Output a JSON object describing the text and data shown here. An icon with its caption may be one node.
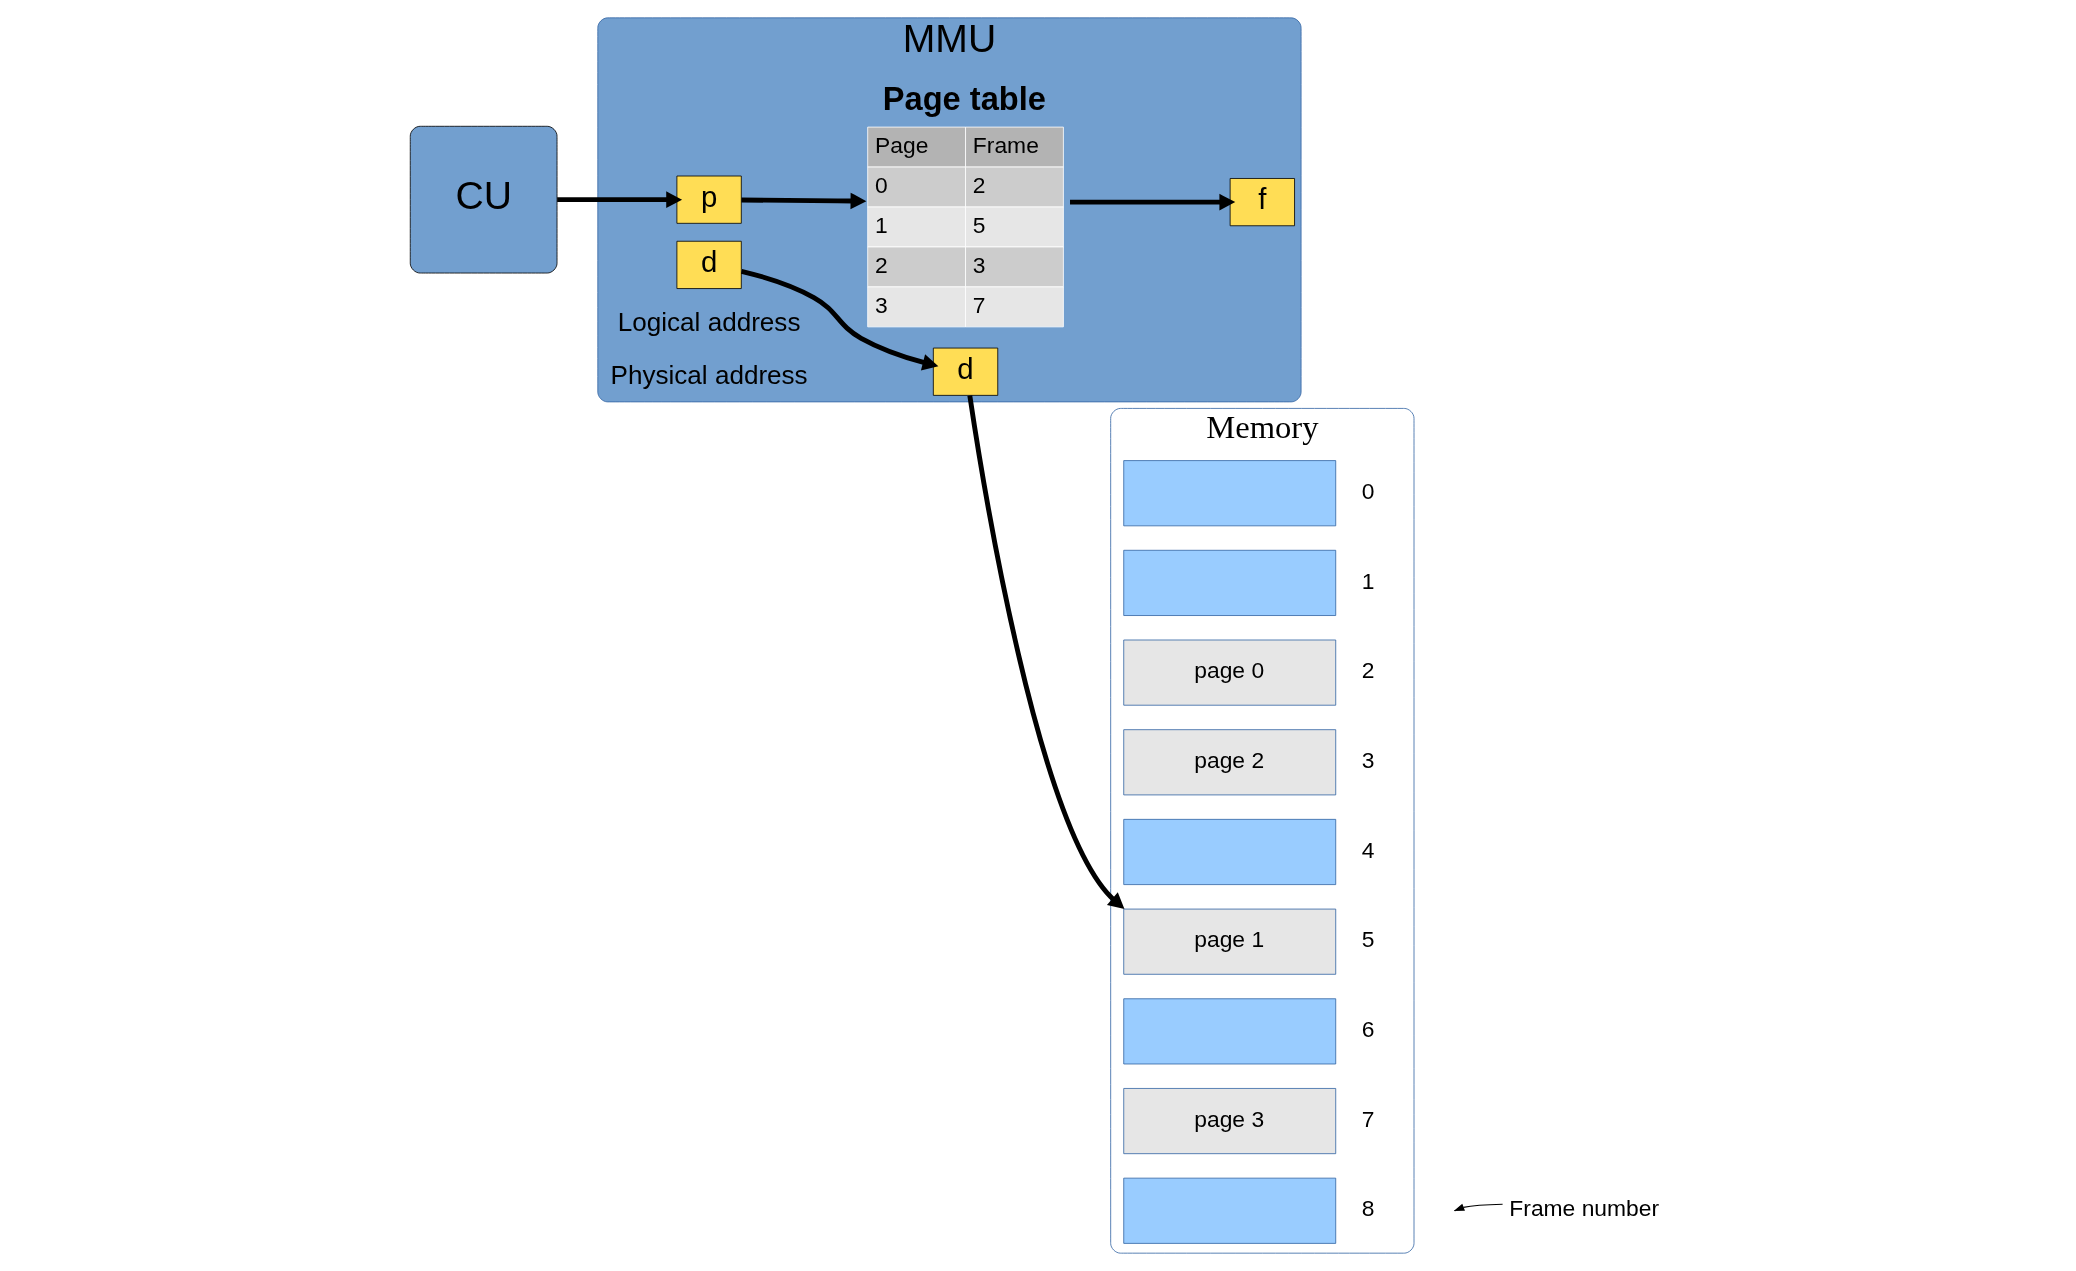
{
  "diagram": {
    "nodes": [
      {
        "text": [
          "CU"
        ]
      },
      {
        "text": [
          "MMU"
        ]
      },
      {
        "text": [
          "p"
        ],
        "in": 1
      },
      {
        "text": [
          "d"
        ],
        "in": 1
      },
      {
        "text": [
          "f"
        ],
        "in": 1
      },
      {
        "text": [
          "d"
        ],
        "in": 1
      },
      {
        "text": [
          "Page table",
          "Page",
          "Frame",
          "0",
          "2",
          "1",
          "5",
          "2",
          "3",
          "3",
          "7"
        ],
        "in": 1
      },
      {
        "text": [
          "Memory"
        ]
      },
      {
        "text": [],
        "shape": "box",
        "in": 7,
        "beside": [
          "0"
        ]
      },
      {
        "text": [],
        "shape": "box",
        "in": 7,
        "beside": [
          "1"
        ]
      },
      {
        "text": [
          "page 0"
        ],
        "in": 7,
        "beside": [
          "2"
        ]
      },
      {
        "text": [
          "page 2"
        ],
        "in": 7,
        "beside": [
          "3"
        ]
      },
      {
        "text": [],
        "shape": "box",
        "in": 7,
        "beside": [
          "4"
        ]
      },
      {
        "text": [
          "page 1"
        ],
        "in": 7,
        "beside": [
          "5"
        ]
      },
      {
        "text": [],
        "shape": "box",
        "in": 7,
        "beside": [
          "6"
        ]
      },
      {
        "text": [
          "page 3"
        ],
        "in": 7,
        "beside": [
          "7"
        ]
      },
      {
        "text": [],
        "shape": "box",
        "in": 7,
        "beside": [
          "8"
        ]
      },
      {
        "text": [
          "Frame number"
        ]
      }
    ],
    "edges": [
      {
        "from": 0,
        "to": 2,
        "arrow": "to"
      },
      {
        "from": 3,
        "to": 5,
        "arrow": "to"
      },
      {
        "from": 2,
        "to": 6,
        "arrow": "to"
      },
      {
        "from": 6,
        "to": 4,
        "arrow": "to"
      },
      {
        "from": 5,
        "to": 13,
        "arrow": "to"
      },
      {
        "from": 17,
        "to": null,
        "arrow": "to"
      }
    ],
    "labels": [
      "Logical address",
      "Physical address"
    ]
  }
}
